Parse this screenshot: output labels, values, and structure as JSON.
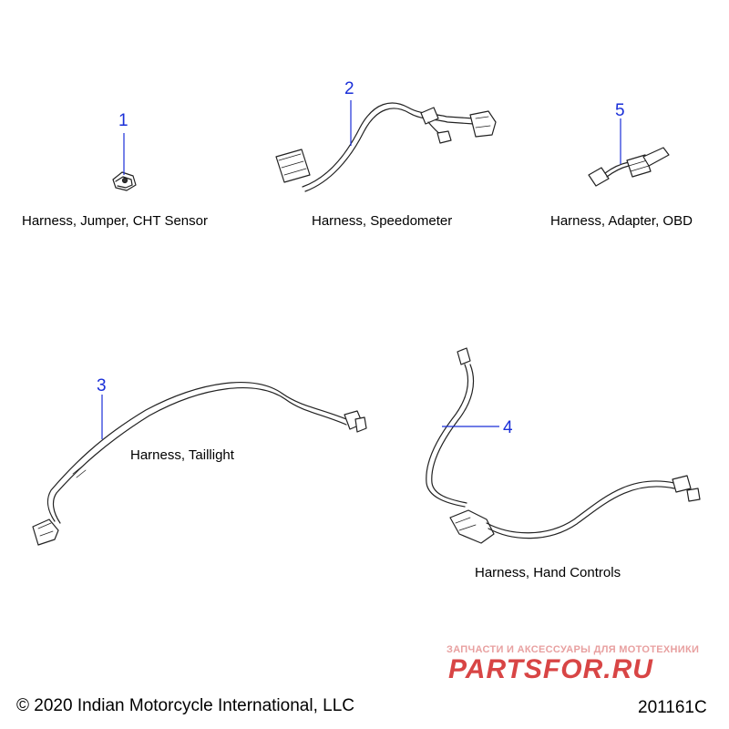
{
  "parts": [
    {
      "number": "1",
      "label": "Harness, Jumper, CHT Sensor"
    },
    {
      "number": "2",
      "label": "Harness, Speedometer"
    },
    {
      "number": "5",
      "label": "Harness, Adapter, OBD"
    },
    {
      "number": "3",
      "label": "Harness, Taillight"
    },
    {
      "number": "4",
      "label": "Harness, Hand Controls"
    }
  ],
  "footer": {
    "copyright": "© 2020 Indian Motorcycle International, LLC",
    "diagram_code": "201161C"
  },
  "watermark": {
    "tagline": "ЗАПЧАСТИ И АКСЕССУАРЫ ДЛЯ МОТОТЕХНИКИ",
    "brand": "PARTSFOR.RU"
  },
  "colors": {
    "callout_number": "#1a2fd8",
    "leader_line": "#1a2fd8",
    "drawing": "#222222",
    "watermark": "#d84545"
  }
}
